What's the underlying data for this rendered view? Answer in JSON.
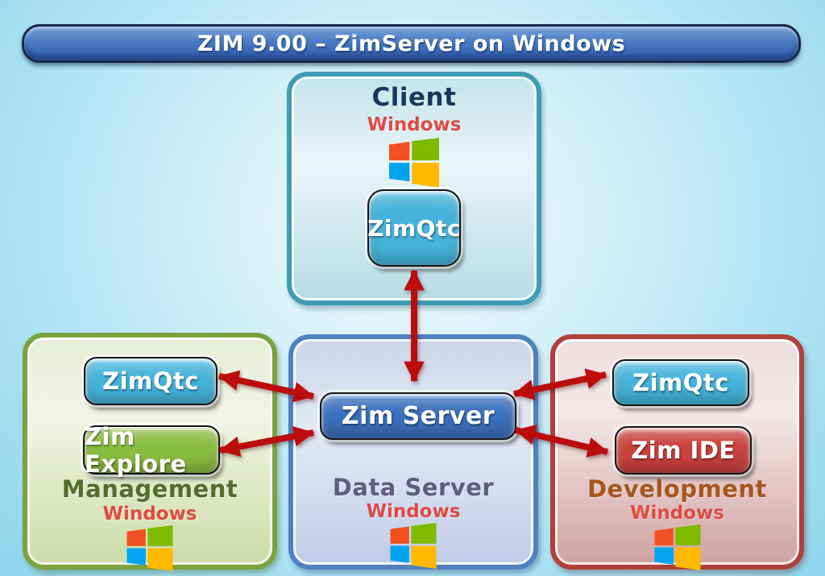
{
  "title_bar": {
    "text": "ZIM 9.00 – ZimServer on Windows"
  },
  "panels": {
    "client": {
      "title": "Client",
      "os": "Windows",
      "buttons": [
        {
          "label": "ZimQtc"
        }
      ]
    },
    "management": {
      "title": "Management",
      "os": "Windows",
      "buttons": [
        {
          "label": "ZimQtc"
        },
        {
          "label": "Zim Explore"
        }
      ]
    },
    "data_server": {
      "title": "Data Server",
      "os": "Windows",
      "buttons": [
        {
          "label": "Zim Server"
        }
      ]
    },
    "development": {
      "title": "Development",
      "os": "Windows",
      "buttons": [
        {
          "label": "ZimQtc"
        },
        {
          "label": "Zim IDE"
        }
      ]
    }
  },
  "icons": {
    "windows_logo": "windows-logo-icon"
  },
  "connections": [
    {
      "from": "Client / ZimQtc",
      "to": "Zim Server",
      "style": "bidirectional-red-arrow"
    },
    {
      "from": "Management / ZimQtc",
      "to": "Zim Server",
      "style": "bidirectional-red-arrow"
    },
    {
      "from": "Management / Zim Explore",
      "to": "Zim Server",
      "style": "bidirectional-red-arrow"
    },
    {
      "from": "Development / ZimQtc",
      "to": "Zim Server",
      "style": "bidirectional-red-arrow"
    },
    {
      "from": "Development / Zim IDE",
      "to": "Zim Server",
      "style": "bidirectional-red-arrow"
    }
  ],
  "colors": {
    "arrow_red": "#bb0d0d",
    "windows_red": "#dc4b43",
    "client_border": "#3e9cb4",
    "client_title": "#17375e",
    "management_border": "#7ba23e",
    "management_title": "#566b2d",
    "data_server_border": "#4f81bd",
    "data_server_title": "#615d7e",
    "development_border": "#b0413a",
    "development_title": "#a4571f",
    "btn_zimqtc": "#45b3da",
    "btn_explore": "#8abc3f",
    "btn_server": "#3a6fbc",
    "btn_ide": "#c8413d",
    "win_logo_red": "#f25022",
    "win_logo_green": "#7fba00",
    "win_logo_blue": "#00a4ef",
    "win_logo_yellow": "#ffb900",
    "title_bar_top": "#7aa2d9",
    "title_bar_bottom": "#315fae"
  }
}
